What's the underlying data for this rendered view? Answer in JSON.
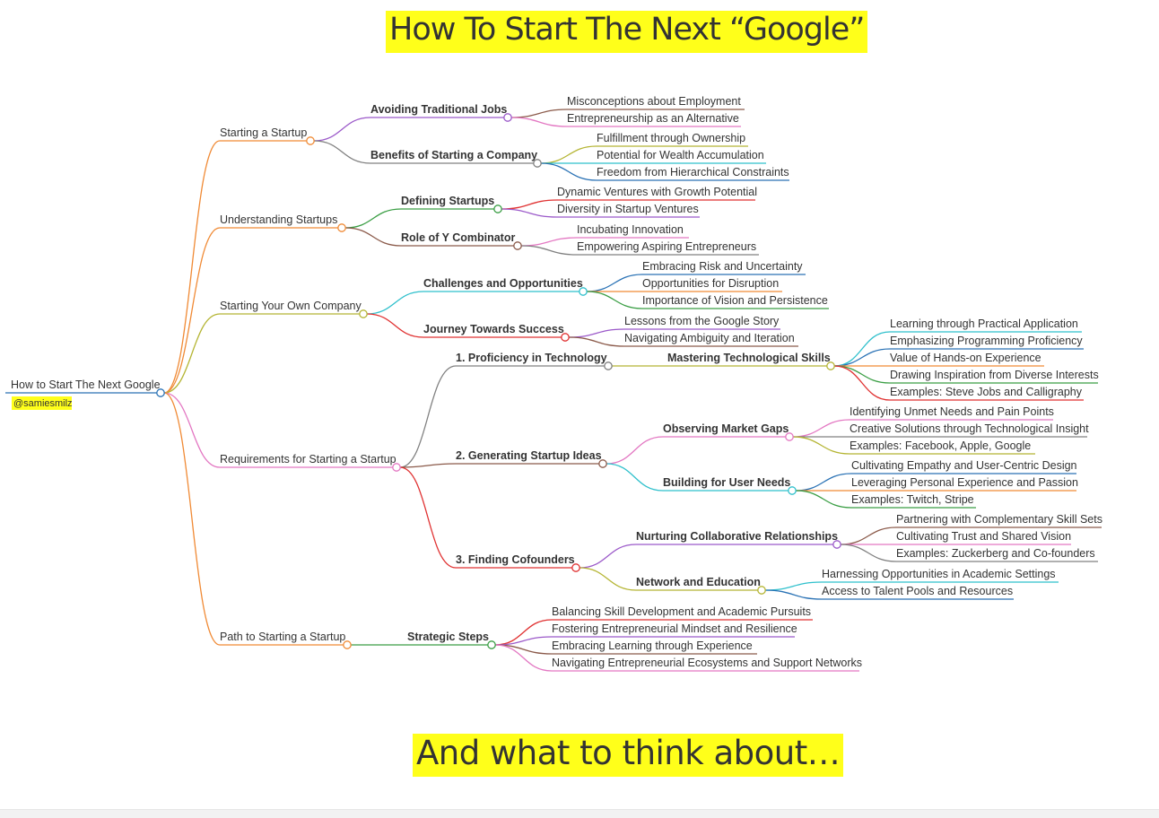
{
  "header": {
    "title": "How To Start The Next “Google”"
  },
  "footer": {
    "title": "And what to think about…"
  },
  "colors": {
    "banner": "#ffff1a",
    "orange": "#f08a35",
    "purple": "#9b59c9",
    "gray": "#808080",
    "green": "#3a9e44",
    "brown": "#8b5a4a",
    "olive": "#b5b534",
    "cyan": "#2fc0cc",
    "red": "#e03131",
    "pink": "#e377c2",
    "blue": "#2a72b5"
  },
  "mindmap": {
    "root": "How to Start The Next Google",
    "handle": "@samiesmilz",
    "nodes": {
      "branch_1": "Starting a Startup",
      "b1_1": "Avoiding Traditional Jobs",
      "b1_1_1": "Misconceptions about Employment",
      "b1_1_2": "Entrepreneurship as an Alternative",
      "b1_2": "Benefits of Starting a Company",
      "b1_2_1": "Fulfillment through Ownership",
      "b1_2_2": "Potential for Wealth Accumulation",
      "b1_2_3": "Freedom from Hierarchical Constraints",
      "branch_2": "Understanding Startups",
      "b2_1": "Defining Startups",
      "b2_1_1": "Dynamic Ventures with Growth Potential",
      "b2_1_2": "Diversity in Startup Ventures",
      "b2_2": "Role of Y Combinator",
      "b2_2_1": "Incubating Innovation",
      "b2_2_2": "Empowering Aspiring Entrepreneurs",
      "branch_3": "Starting Your Own Company",
      "b3_1": "Challenges and Opportunities",
      "b3_1_1": "Embracing Risk and Uncertainty",
      "b3_1_2": "Opportunities for Disruption",
      "b3_1_3": "Importance of Vision and Persistence",
      "b3_2": "Journey Towards Success",
      "b3_2_1": "Lessons from the Google Story",
      "b3_2_2": "Navigating Ambiguity and Iteration",
      "branch_4": "Requirements for Starting a Startup",
      "b4_1": "1. Proficiency in Technology",
      "b4_1_1": "Mastering Technological Skills",
      "b4_1_1_1": "Learning through Practical Application",
      "b4_1_1_2": "Emphasizing Programming Proficiency",
      "b4_1_1_3": "Value of Hands-on Experience",
      "b4_1_1_4": "Drawing Inspiration from Diverse Interests",
      "b4_1_1_5": "Examples: Steve Jobs and Calligraphy",
      "b4_2": "2. Generating Startup Ideas",
      "b4_2_1": "Observing Market Gaps",
      "b4_2_1_1": "Identifying Unmet Needs and Pain Points",
      "b4_2_1_2": "Creative Solutions through Technological Insight",
      "b4_2_1_3": "Examples: Facebook, Apple, Google",
      "b4_2_2": "Building for User Needs",
      "b4_2_2_1": "Cultivating Empathy and User-Centric Design",
      "b4_2_2_2": "Leveraging Personal Experience and Passion",
      "b4_2_2_3": "Examples: Twitch, Stripe",
      "b4_3": "3. Finding Cofounders",
      "b4_3_1": "Nurturing Collaborative Relationships",
      "b4_3_1_1": "Partnering with Complementary Skill Sets",
      "b4_3_1_2": "Cultivating Trust and Shared Vision",
      "b4_3_1_3": "Examples: Zuckerberg and Co-founders",
      "b4_3_2": "Network and Education",
      "b4_3_2_1": "Harnessing Opportunities in Academic Settings",
      "b4_3_2_2": "Access to Talent Pools and Resources",
      "branch_5": "Path to Starting a Startup",
      "b5_1": "Strategic Steps",
      "b5_1_1": "Balancing Skill Development and Academic Pursuits",
      "b5_1_2": "Fostering Entrepreneurial Mindset and Resilience",
      "b5_1_3": "Embracing Learning through Experience",
      "b5_1_4": "Navigating Entrepreneurial Ecosystems and Support Networks"
    }
  }
}
